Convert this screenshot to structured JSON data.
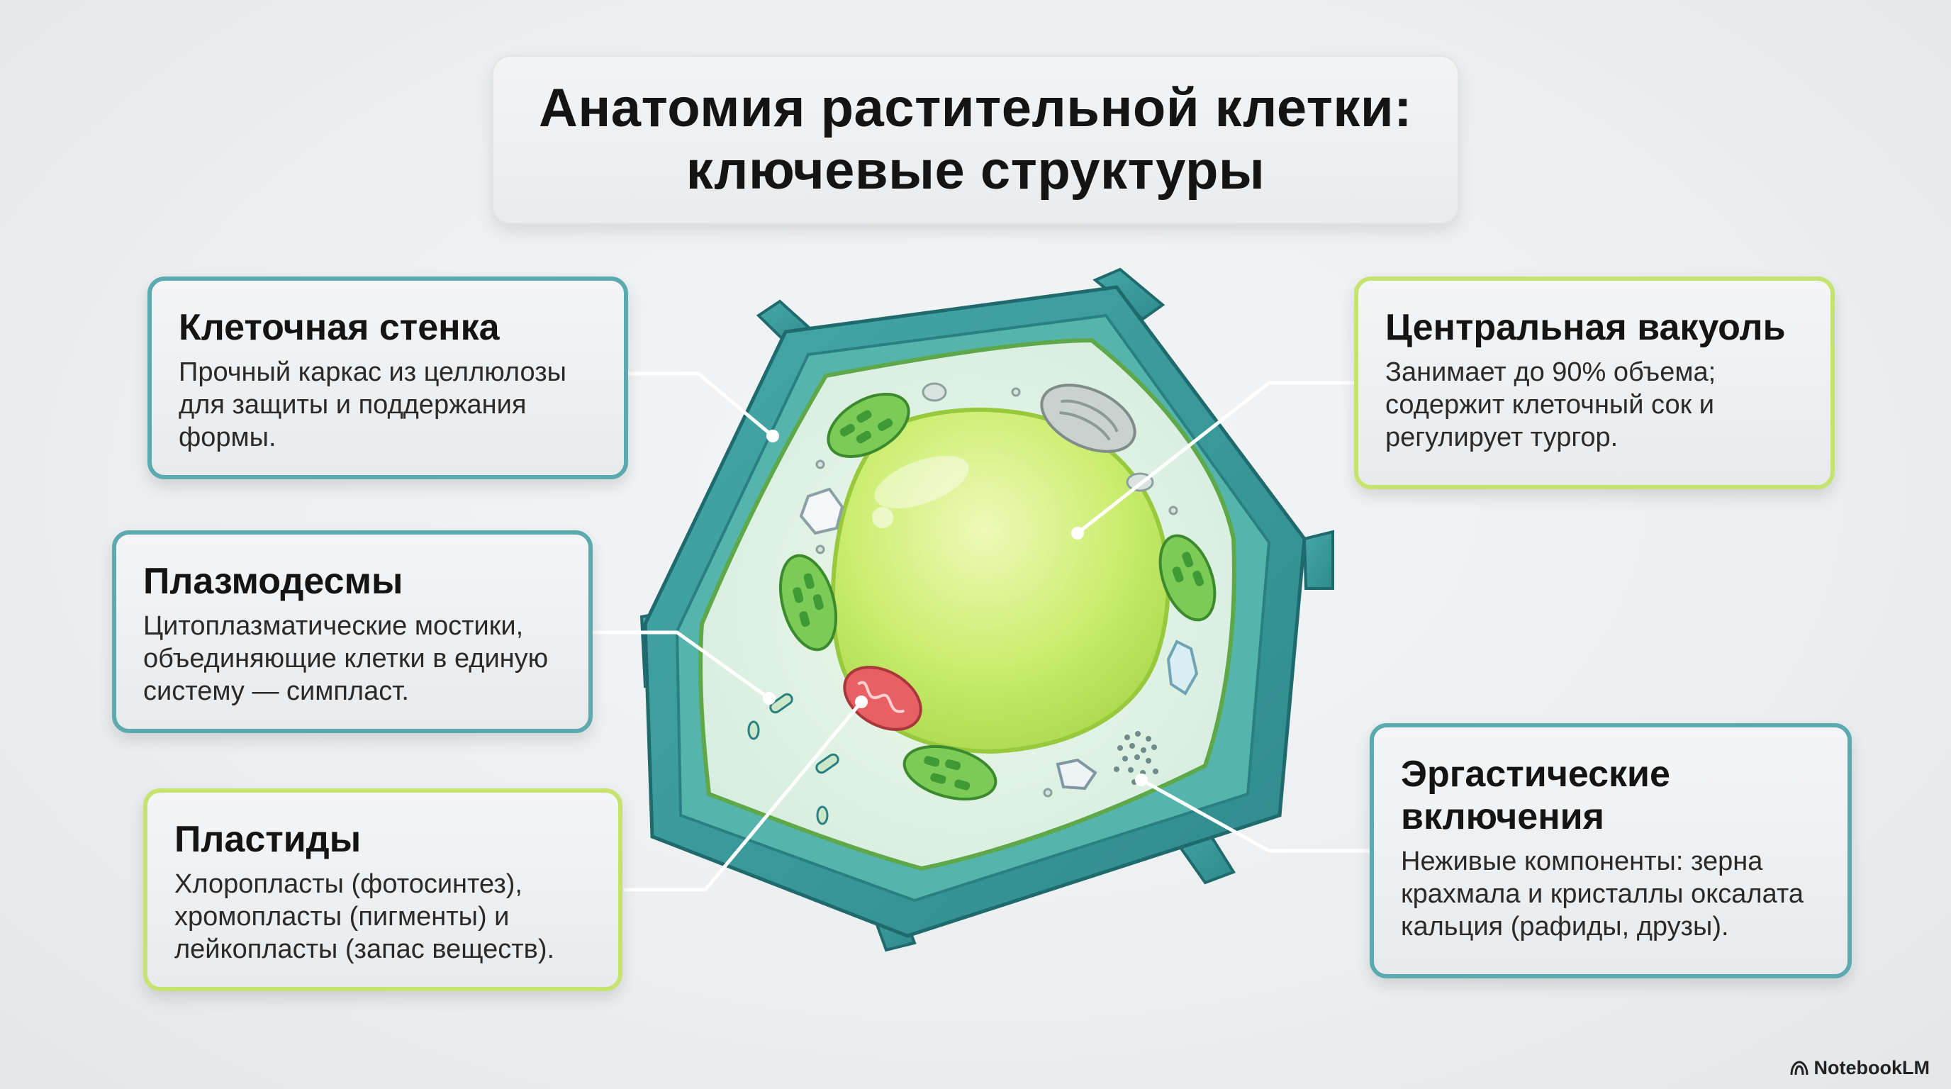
{
  "title": {
    "line1": "Анатомия растительной клетки:",
    "line2": "ключевые структуры"
  },
  "cards": {
    "cell_wall": {
      "title": "Клеточная стенка",
      "text": "Прочный каркас из целлюлозы для защиты и поддержания формы."
    },
    "plasmodesmata": {
      "title": "Плазмодесмы",
      "text": "Цитоплазматические мостики, объединяющие клетки в единую систему — симпласт."
    },
    "plastids": {
      "title": "Пластиды",
      "text": "Хлоропласты (фотосинтез), хромопласты (пигменты) и лейкопласты (запас веществ)."
    },
    "vacuole": {
      "title": "Центральная вакуоль",
      "text": "Занимает до 90% объема; содержит клеточный сок и регулирует тургор."
    },
    "inclusions": {
      "title": "Эргастические включения",
      "text": "Неживые компоненты: зерна крахмала и кристаллы оксалата кальция (рафиды, друзы)."
    }
  },
  "branding": {
    "label": "NotebookLM",
    "icon": "notebooklm-logo-icon"
  },
  "colors": {
    "card_border_teal": "#5aaab0",
    "card_border_lime": "#c7e36f",
    "cell_wall": "#3a9a9a",
    "cell_wall_dark": "#2b7b7e",
    "cytoplasm": "#e0f2e2",
    "vacuole": "#c9ec6a",
    "chloroplast": "#6cc04a",
    "mitochondrion": "#e25a5e"
  }
}
